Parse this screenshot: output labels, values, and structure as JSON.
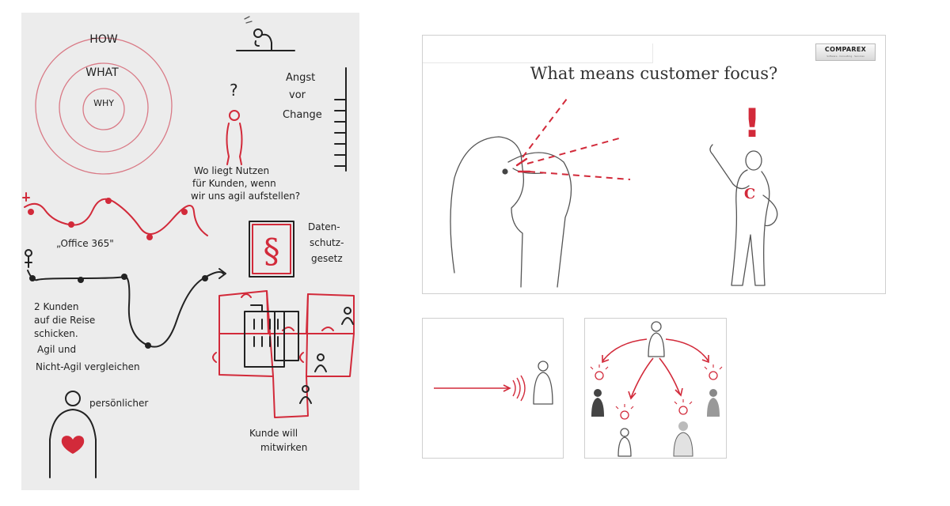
{
  "flipchart": {
    "circles": {
      "outer": "HOW",
      "middle": "WHAT",
      "inner": "WHY"
    },
    "fear_note": {
      "line1": "Angst",
      "line2": "vor",
      "line3": "Change"
    },
    "question": {
      "mark": "?",
      "line1": "Wo liegt Nutzen",
      "line2": "für Kunden, wenn",
      "line3": "wir uns agil aufstellen?"
    },
    "office_label": "„Office 365\"",
    "law_note": {
      "symbol": "§",
      "line1": "Daten-",
      "line2": "schutz-",
      "line3": "gesetz"
    },
    "journey_note": {
      "line1": "2 Kunden",
      "line2": "auf die Reise",
      "line3": "schicken.",
      "line4": "Agil und",
      "line5": "Nicht-Agil vergleichen"
    },
    "personal_label": "persönlicher",
    "customer_note": {
      "line1": "Kunde will",
      "line2": "mitwirken"
    }
  },
  "slide": {
    "title": "What means customer focus?",
    "logo_name": "COMPAREX",
    "logo_tagline": "Software · Consulting · Services",
    "exclamation": "!",
    "customer_letter": "C"
  },
  "colors": {
    "accent_red": "#d22a3a",
    "ink": "#222222",
    "flipchart_bg": "#ececec"
  }
}
